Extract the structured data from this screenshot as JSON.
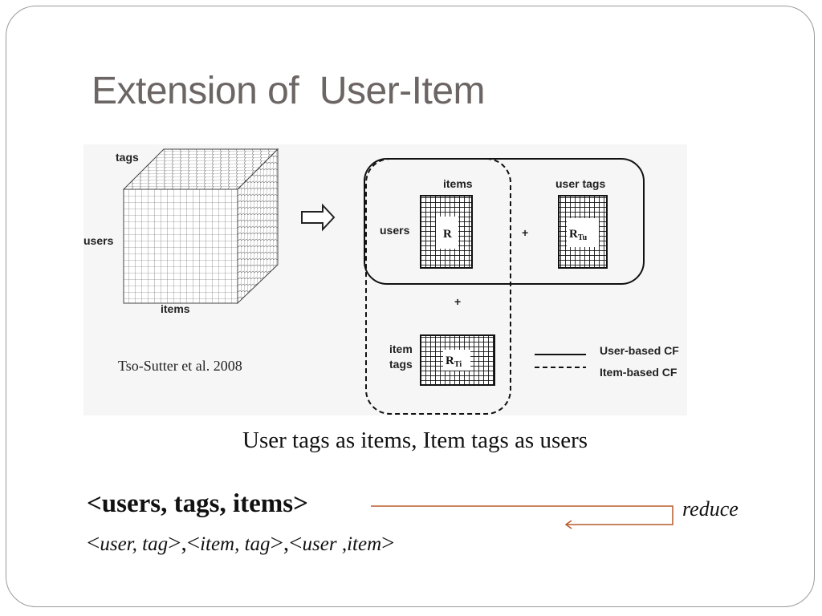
{
  "slide": {
    "title": "Extension of  User-Item",
    "citation": "Tso-Sutter et al. 2008",
    "caption": "User tags as items, Item tags as users",
    "triple": "<users, tags, items>",
    "pairs": {
      "lt1": "<",
      "p1a": "user, tag",
      "gt1": ">,",
      "lt2": "<",
      "p2a": "item, tag",
      "gt2": ">,",
      "lt3": "<",
      "p3a": "user ,item",
      "gt3": ">"
    },
    "reduce_label": "reduce"
  },
  "figure": {
    "cube": {
      "top_label": "tags",
      "left_label": "users",
      "bottom_label": "items"
    },
    "matrix_main": {
      "col_label": "items",
      "row_label": "users",
      "center": "R"
    },
    "matrix_user_tags": {
      "col_label": "user tags",
      "center": "R",
      "subscript": "Tu"
    },
    "matrix_item_tags": {
      "row_label_1": "item",
      "row_label_2": "tags",
      "center": "R",
      "subscript": "Ti"
    },
    "plus_signs": [
      "+",
      "+"
    ],
    "legend": [
      {
        "style": "solid",
        "label": "User-based CF"
      },
      {
        "style": "dashed",
        "label": "Item-based CF"
      }
    ]
  }
}
